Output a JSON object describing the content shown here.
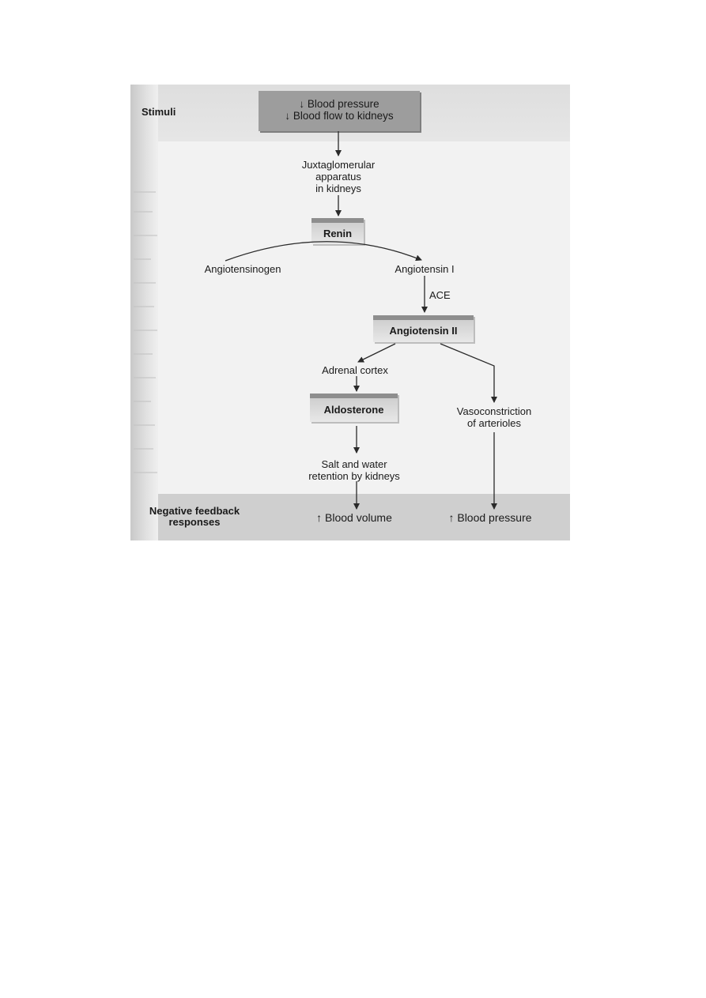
{
  "diagram": {
    "stimuli_label": "Stimuli",
    "stimulus_line1": "↓ Blood pressure",
    "stimulus_line2": "↓ Blood flow to kidneys",
    "juxtaglomerular": "Juxtaglomerular\napparatus\nin kidneys",
    "renin": "Renin",
    "angiotensinogen": "Angiotensinogen",
    "angiotensin1": "Angiotensin I",
    "ace": "ACE",
    "angiotensin2": "Angiotensin II",
    "adrenal_cortex": "Adrenal cortex",
    "aldosterone": "Aldosterone",
    "vasoconstriction": "Vasoconstriction\nof arterioles",
    "salt_water": "Salt and water\nretention by kidneys",
    "feedback_label": "Negative feedback\nresponses",
    "blood_volume": "↑ Blood volume",
    "blood_pressure": "↑ Blood pressure"
  }
}
